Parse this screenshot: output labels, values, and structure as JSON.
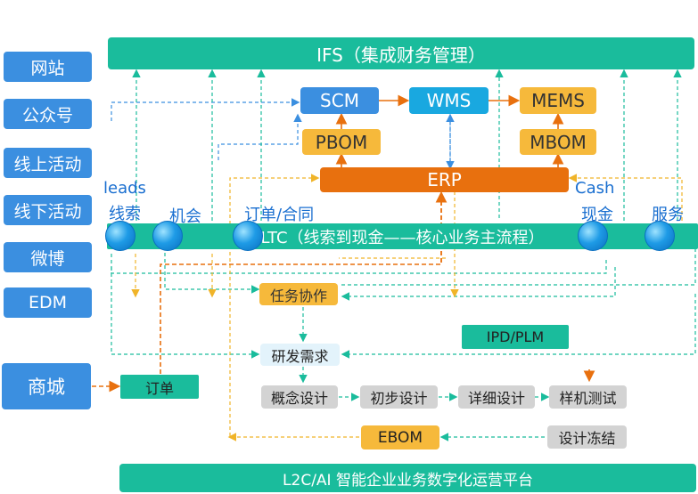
{
  "sidebar": {
    "items": [
      "网站",
      "公众号",
      "线上活动",
      "线下活动",
      "微博",
      "EDM"
    ],
    "mall": "商城"
  },
  "top_bar": "IFS（集成财务管理）",
  "bottom_bar": "L2C/AI  智能企业业务数字化运营平台",
  "ltc_bar": "LTC（线索到现金——核心业务主流程）",
  "nodes": {
    "scm": "SCM",
    "wms": "WMS",
    "mems": "MEMS",
    "pbom": "PBOM",
    "mbom": "MBOM",
    "erp": "ERP",
    "task": "任务协作",
    "rd": "研发需求",
    "ipd": "IPD/PLM",
    "order_box": "订单",
    "ebom": "EBOM",
    "concept": "概念设计",
    "prelim": "初步设计",
    "detail": "详细设计",
    "prototype": "样机测试",
    "freeze": "设计冻结"
  },
  "ltc_labels": {
    "leads": "leads",
    "clue": "线索",
    "chance": "机会",
    "order": "订单/合同",
    "cash": "Cash",
    "cash_cn": "现金",
    "service": "服务"
  },
  "colors": {
    "blue": "#3b8fe0",
    "teal": "#1abc9c",
    "yellow": "#f6b93b",
    "orange": "#e8700e",
    "gray": "#d3d3d3"
  }
}
